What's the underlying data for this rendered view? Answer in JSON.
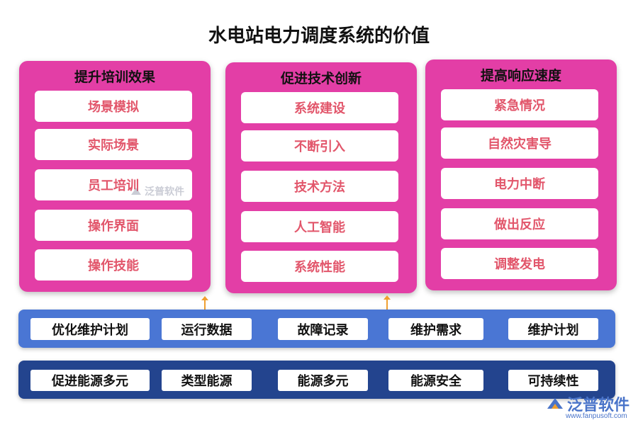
{
  "title": "水电站电力调度系统的价值",
  "panels": [
    {
      "title": "提升培训效果",
      "items": [
        "场景模拟",
        "实际场景",
        "员工培训",
        "操作界面",
        "操作技能"
      ]
    },
    {
      "title": "促进技术创新",
      "items": [
        "系统建设",
        "不断引入",
        "技术方法",
        "人工智能",
        "系统性能"
      ]
    },
    {
      "title": "提高响应速度",
      "items": [
        "紧急情况",
        "自然灾害导",
        "电力中断",
        "做出反应",
        "调整发电"
      ]
    }
  ],
  "bands": [
    {
      "items": [
        "优化维护计划",
        "运行数据",
        "故障记录",
        "维护需求",
        "维护计划"
      ]
    },
    {
      "items": [
        "促进能源多元",
        "类型能源",
        "能源多元",
        "能源安全",
        "可持续性"
      ]
    }
  ],
  "watermark": "泛普软件",
  "logo": {
    "name": "泛普软件",
    "url": "www.fanpusoft.com"
  },
  "colors": {
    "panel": "#e33ea6",
    "panel_item_text": "#e2566b",
    "band_top": "#4a76d4",
    "band_bottom": "#23448e",
    "arrow": "#f0a030"
  }
}
